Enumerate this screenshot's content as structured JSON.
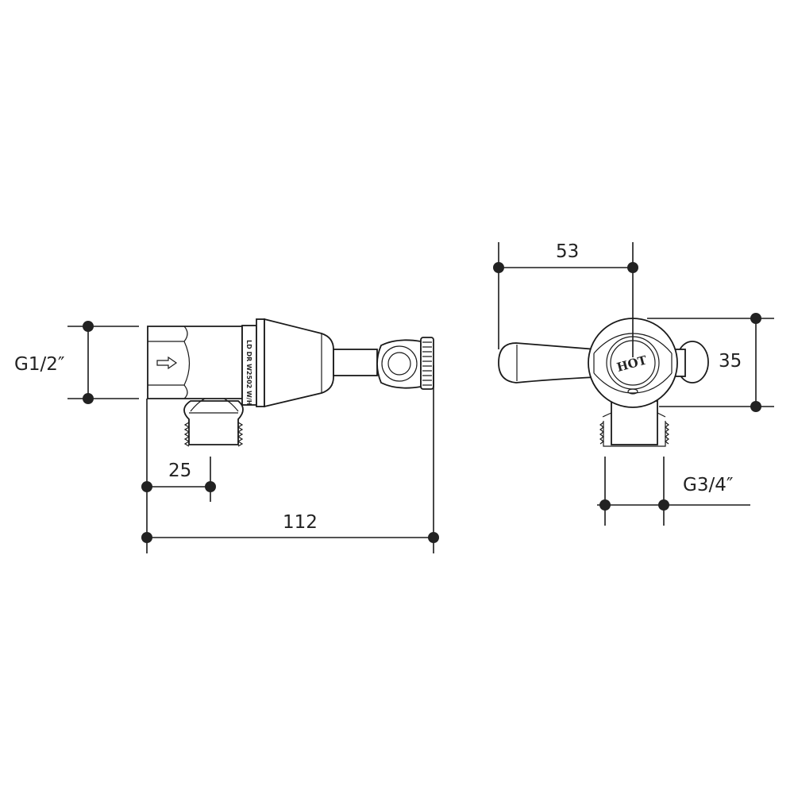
{
  "title": "Valve technical drawing",
  "side_view": {
    "inlet_thread": "G1/2″",
    "dim_25": "25",
    "dim_112": "112",
    "body_stamp": "LD DR W2502 W/H"
  },
  "front_view": {
    "dim_53": "53",
    "dim_35": "35",
    "outlet_thread": "G3/4″",
    "handle_label": "HOT"
  }
}
